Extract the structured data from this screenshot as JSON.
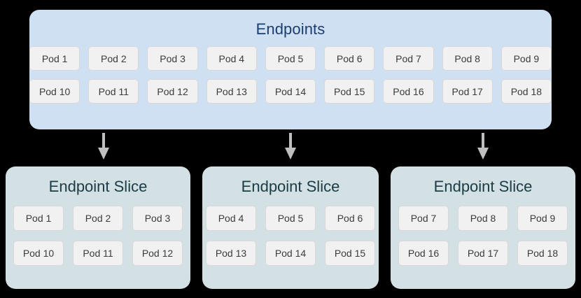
{
  "diagram": {
    "background_color": "#000000",
    "endpoints": {
      "title": "Endpoints",
      "panel_color": "#cfe0f2",
      "title_color": "#1c3e6e",
      "rows": [
        [
          "Pod 1",
          "Pod 2",
          "Pod 3",
          "Pod 4",
          "Pod 5",
          "Pod 6",
          "Pod 7",
          "Pod 8",
          "Pod 9"
        ],
        [
          "Pod 10",
          "Pod 11",
          "Pod 12",
          "Pod 13",
          "Pod 14",
          "Pod 15",
          "Pod 16",
          "Pod 17",
          "Pod 18"
        ]
      ]
    },
    "arrows": {
      "icon": "arrow-down-icon",
      "color": "#bfbfbf",
      "count": 3
    },
    "slices": [
      {
        "title": "Endpoint Slice",
        "rows": [
          [
            "Pod 1",
            "Pod 2",
            "Pod 3"
          ],
          [
            "Pod 10",
            "Pod 11",
            "Pod 12"
          ]
        ]
      },
      {
        "title": "Endpoint Slice",
        "rows": [
          [
            "Pod 4",
            "Pod 5",
            "Pod 6"
          ],
          [
            "Pod 13",
            "Pod 14",
            "Pod 15"
          ]
        ]
      },
      {
        "title": "Endpoint Slice",
        "rows": [
          [
            "Pod 7",
            "Pod 8",
            "Pod 9"
          ],
          [
            "Pod 16",
            "Pod 17",
            "Pod 18"
          ]
        ]
      }
    ],
    "slice_panel_color": "#d3e0e4",
    "slice_title_color": "#1b3b45",
    "pod_chip_color": "#f1f1f1",
    "pod_chip_border_color": "#d8d8d8"
  }
}
